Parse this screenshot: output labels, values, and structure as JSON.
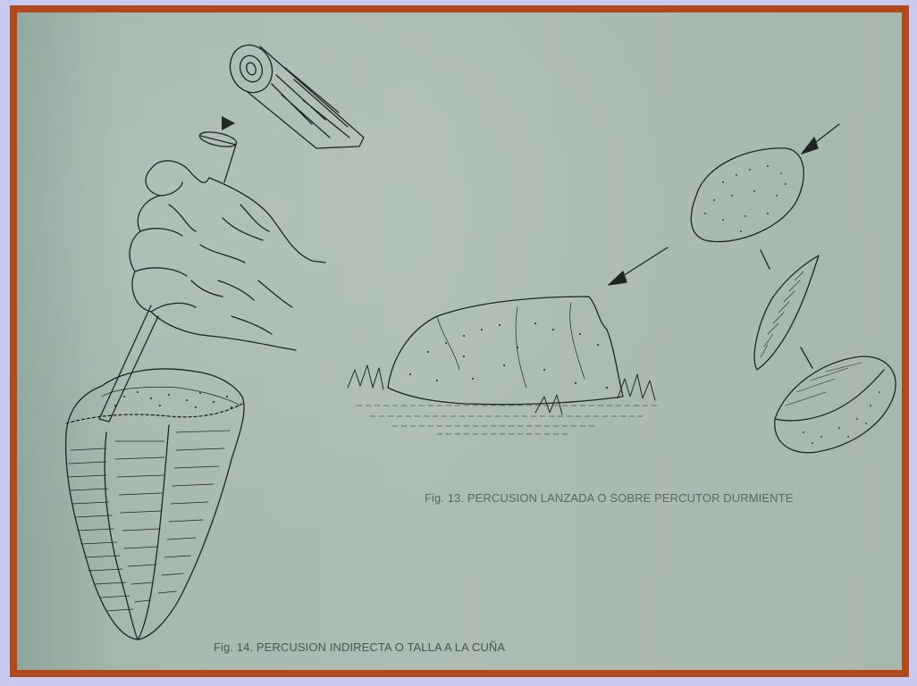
{
  "captions": {
    "fig13": "Fig. 13.  PERCUSION LANZADA O SOBRE PERCUTOR DURMIENTE",
    "fig14": "Fig. 14.  PERCUSION INDIRECTA O TALLA A LA CUÑA"
  },
  "colors": {
    "frame": "#b04a1e",
    "outer_background": "#c9c8ee",
    "paper": "#aebdb3",
    "ink": "#1f2523"
  },
  "illustrations": {
    "fig14": [
      "hammer-stick",
      "direction-triangle",
      "punch-chisel",
      "hand",
      "stone-core"
    ],
    "fig13": [
      "direction-arrow",
      "pebble",
      "direction-arrow",
      "anvil-rock",
      "flake",
      "split-pebble"
    ]
  }
}
